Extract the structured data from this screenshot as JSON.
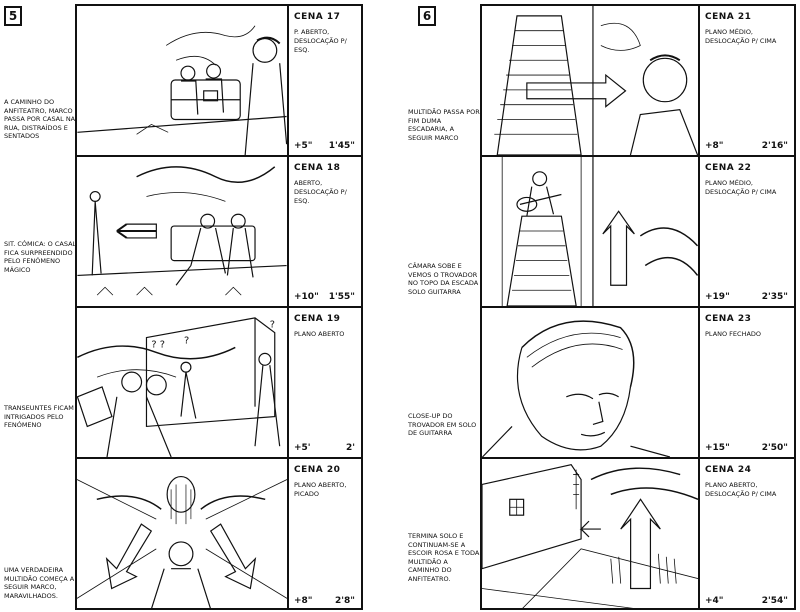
{
  "pages": [
    {
      "number": "5",
      "scenes": [
        {
          "title": "CENA 17",
          "shot": "P. ABERTO, DESLOCAÇÃO P/ ESQ.",
          "duration": "+5\"",
          "time": "1'45\"",
          "note": "A CAMINHO DO ANFITEATRO, MARCO PASSA POR CASAL NA RUA, DISTRAÍDOS E SENTADOS"
        },
        {
          "title": "CENA 18",
          "shot": "ABERTO, DESLOCAÇÃO P/ ESQ.",
          "duration": "+10\"",
          "time": "1'55\"",
          "note": "SIT. CÓMICA: O CASAL FICA SURPREENDIDO PELO FENÓMENO MÁGICO"
        },
        {
          "title": "CENA 19",
          "shot": "PLANO ABERTO",
          "duration": "+5'",
          "time": "2'",
          "note": "TRANSEUNTES FICAM INTRIGADOS PELO FENÓMENO"
        },
        {
          "title": "CENA 20",
          "shot": "PLANO ABERTO, PICADO",
          "duration": "+8\"",
          "time": "2'8\"",
          "note": "UMA VERDADEIRA MULTIDÃO COMEÇA A SEGUIR MARCO, MARAVILHADOS."
        }
      ]
    },
    {
      "number": "6",
      "scenes": [
        {
          "title": "CENA 21",
          "shot": "PLANO MÉDIO, DESLOCAÇÃO P/ CIMA",
          "duration": "+8\"",
          "time": "2'16\"",
          "note": "MULTIDÃO PASSA POR FIM DUMA ESCADARIA, A SEGUIR MARCO"
        },
        {
          "title": "CENA 22",
          "shot": "PLANO MÉDIO, DESLOCAÇÃO P/ CIMA",
          "duration": "+19\"",
          "time": "2'35\"",
          "note": "CÂMARA SOBE E VEMOS O TROVADOR NO TOPO DA ESCADA SOLO GUITARRA"
        },
        {
          "title": "CENA 23",
          "shot": "PLANO FECHADO",
          "duration": "+15\"",
          "time": "2'50\"",
          "note": "CLOSE-UP DO TROVADOR EM SOLO DE GUITARRA"
        },
        {
          "title": "CENA 24",
          "shot": "PLANO ABERTO, DESLOCAÇÃO P/ CIMA",
          "duration": "+4\"",
          "time": "2'54\"",
          "note": "TERMINA SOLO E CONTINUAM-SE A ESCOIR ROSA E TODA MULTIDÃO A CAMINHO DO ANFITEATRO."
        }
      ]
    }
  ]
}
